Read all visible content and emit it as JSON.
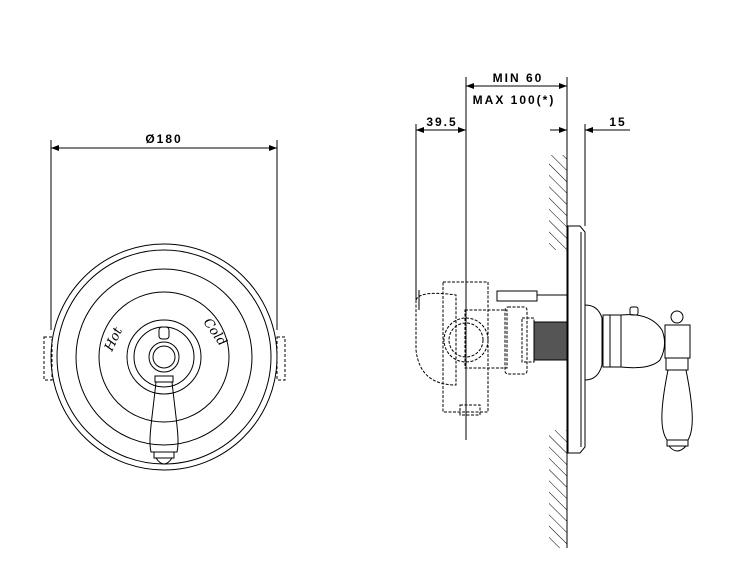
{
  "front_view": {
    "diameter_label": "Ø180",
    "hot_label": "Hot",
    "cold_label": "Cold"
  },
  "side_view": {
    "depth_min_label": "MIN 60",
    "depth_max_label": "MAX 100(*)",
    "offset_label": "39.5",
    "plate_label": "15"
  }
}
